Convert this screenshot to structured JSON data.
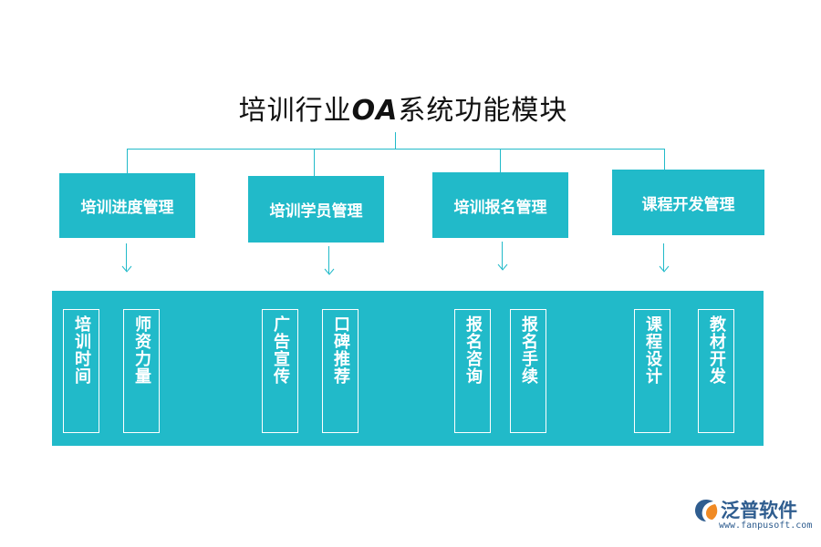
{
  "title": {
    "text_cn_1": "培训行业",
    "text_latin": "OA",
    "text_cn_2": "系统功能模块"
  },
  "modules": [
    {
      "label": "培训进度管理",
      "items": [
        "培训时间",
        "师资力量"
      ]
    },
    {
      "label": "培训学员管理",
      "items": [
        "广告宣传",
        "口碑推荐"
      ]
    },
    {
      "label": "培训报名管理",
      "items": [
        "报名咨询",
        "报名手续"
      ]
    },
    {
      "label": "课程开发管理",
      "items": [
        "课程设计",
        "教材开发"
      ]
    }
  ],
  "logo": {
    "brand": "泛普软件",
    "url": "www.fanpusoft.com",
    "icon": "fanpu-logo-icon"
  },
  "colors": {
    "accent": "#21bac9",
    "logo": "#2f5d8f",
    "logo_orange": "#f08a24"
  }
}
